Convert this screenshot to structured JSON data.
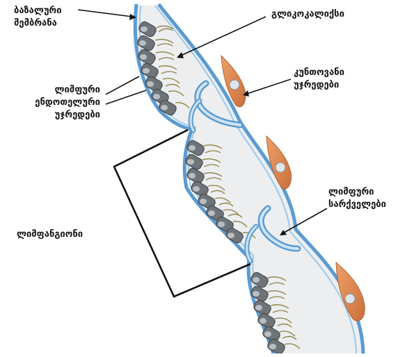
{
  "labels": {
    "basal_membrane": [
      "ბაზალური",
      "მემბრანა"
    ],
    "glycocalyx": "გლიკოკალიქსი",
    "connective_cells": [
      "კუნთოვანი",
      "უჯრედები"
    ],
    "endothelial_cells": [
      "ლიმფური",
      "ენდოთელური",
      "უჯრედები"
    ],
    "lymph_valves": [
      "ლიმფური",
      "სარქველები"
    ],
    "lymphangion": "ლიმფანგიონი"
  },
  "colors": {
    "vessel_wall": "#5b9bd0",
    "vessel_wall_light": "#9cc8ea",
    "lumen": "#eceef0",
    "endothelial_cell": "#6f7479",
    "nucleus": "#b9bec3",
    "glycocalyx_fibers": "#8d7f3d",
    "muscle_cell": "#e4935c",
    "muscle_nucleus": "#dfe5ea",
    "bracket": "#111111"
  }
}
